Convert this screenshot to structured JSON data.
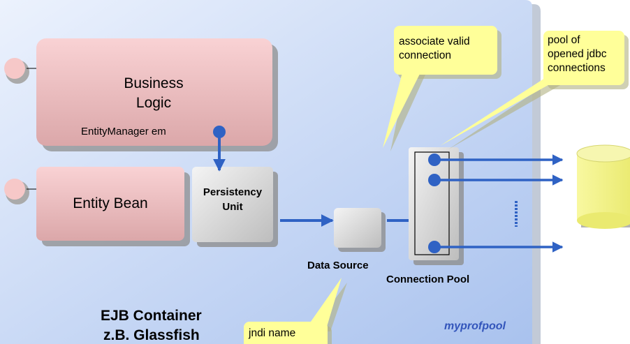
{
  "container": {
    "title_line1": "EJB Container",
    "title_line2": "z.B. Glassfish",
    "pool_name": "myprofpool"
  },
  "components": {
    "business_logic": "Business\nLogic",
    "entity_manager": "EntityManager em",
    "entity_bean": "Entity Bean",
    "persistency_unit": "Persistency\nUnit",
    "data_source": "Data Source",
    "connection_pool": "Connection Pool"
  },
  "callouts": {
    "associate": "associate valid\nconnection",
    "pool": "pool of\nopened jdbc\nconnections",
    "jndi": "jndi name"
  },
  "colors": {
    "container_bg": "#c8d8f5",
    "component_pink": "#e8b4b4",
    "note_yellow": "#ffff99",
    "arrow_blue": "#2f62c4",
    "pool_label": "#3355bb"
  }
}
